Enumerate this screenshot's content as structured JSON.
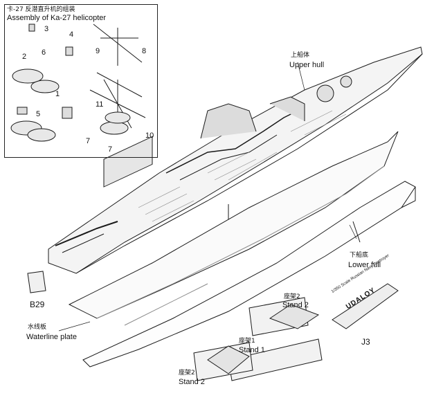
{
  "inset": {
    "title_zh": "卡-27 反潜直升机的组装",
    "title_en": "Assembly of Ka-27 helicopter",
    "part_numbers": [
      "3",
      "4",
      "2",
      "6",
      "1",
      "5",
      "9",
      "8",
      "11",
      "7",
      "7",
      "10"
    ]
  },
  "labels": {
    "upper_hull_zh": "上船体",
    "upper_hull_en": "Upper hull",
    "lower_hull_zh": "下船底",
    "lower_hull_en": "Lower full",
    "b29": "B29",
    "waterline_zh": "水线板",
    "waterline_en": "Waterline plate",
    "stand2_top_zh": "座架2",
    "stand2_top_en": "Stand 2",
    "stand1_zh": "座架1",
    "stand1_en": "Stand 1",
    "stand2_bottom_zh": "座架2",
    "stand2_bottom_en": "Stand 2",
    "j3": "J3"
  },
  "nameplate": {
    "line1": "1/350 Scale Russian Navy Destroyer",
    "line2": "UDALOY"
  },
  "colors": {
    "ink": "#1a1a1a",
    "paper": "#ffffff",
    "shade": "#8a8a8a"
  }
}
